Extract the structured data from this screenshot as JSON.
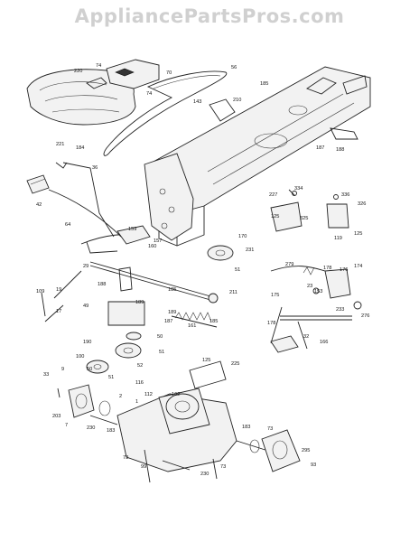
{
  "watermark": "AppliancePartsPros.com",
  "colors": {
    "line": "#222222",
    "watermark": "#d0d0d0",
    "background": "#ffffff"
  },
  "diagram": {
    "parts": [
      "74",
      "220",
      "70",
      "56",
      "74",
      "185",
      "143",
      "210",
      "187",
      "188",
      "221",
      "184",
      "36",
      "42",
      "64",
      "159",
      "157",
      "160",
      "170",
      "231",
      "51",
      "227",
      "334",
      "125",
      "325",
      "336",
      "326",
      "125",
      "119",
      "29",
      "188",
      "19",
      "109",
      "17",
      "49",
      "189",
      "185",
      "189",
      "187",
      "211",
      "185",
      "161",
      "50",
      "51",
      "52",
      "190",
      "100",
      "50",
      "51",
      "279",
      "178",
      "176",
      "174",
      "175",
      "23",
      "153",
      "233",
      "276",
      "178",
      "32",
      "166",
      "125",
      "225",
      "9",
      "33",
      "203",
      "7",
      "230",
      "183",
      "1",
      "112",
      "162",
      "116",
      "2",
      "73",
      "99",
      "230",
      "73",
      "183",
      "73",
      "295",
      "93"
    ]
  }
}
